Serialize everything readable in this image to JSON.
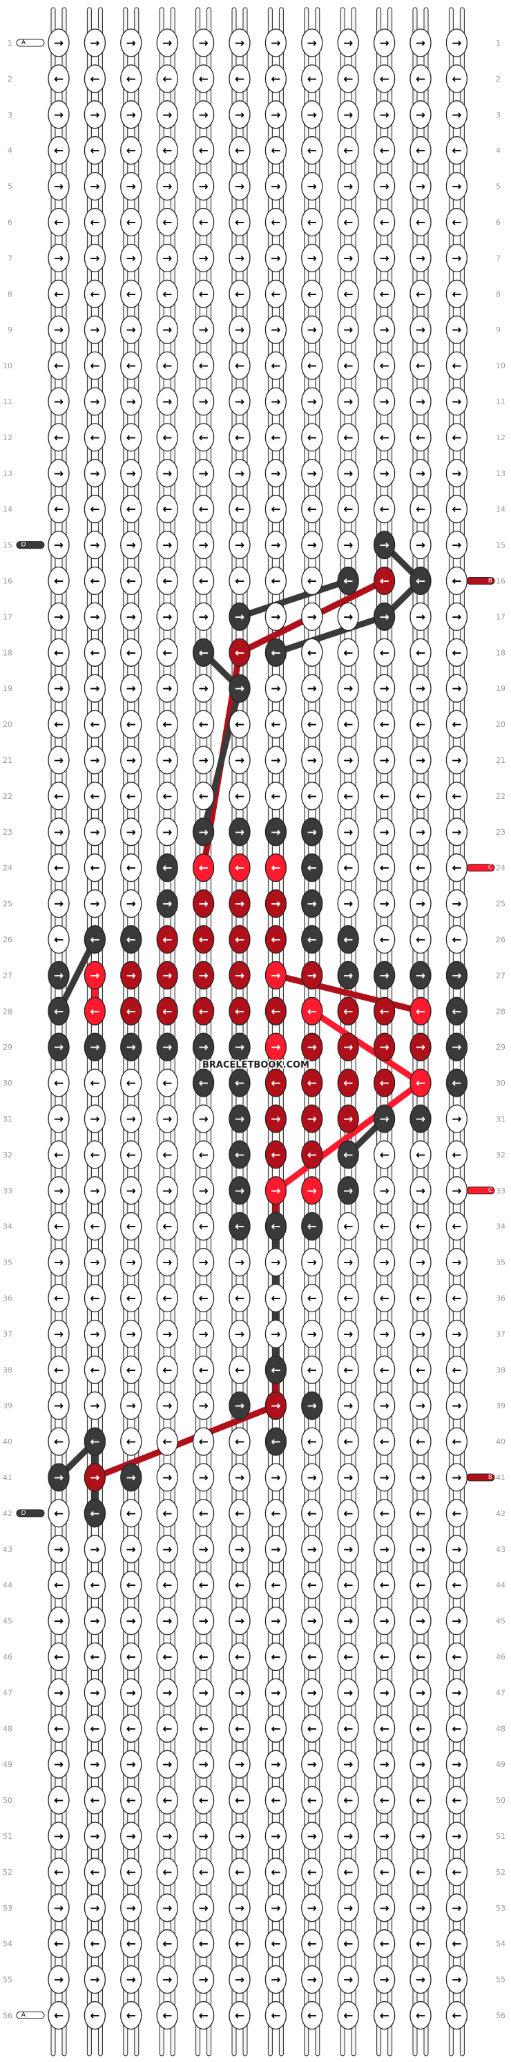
{
  "watermark": "BRACELETBOOK.COM",
  "grid": {
    "rows": 56,
    "columns": 12,
    "first_row": 1,
    "last_row": 56
  },
  "colors": {
    "A": "#ffffff",
    "B": "#b0101a",
    "C": "#ff1a2e",
    "D": "#3a3a3a",
    "string": "#f3f3f3",
    "outline": "#222222"
  },
  "string_labels": [
    {
      "label": "A",
      "row": 1,
      "side": "left"
    },
    {
      "label": "D",
      "row": 15,
      "side": "left"
    },
    {
      "label": "B",
      "row": 16,
      "side": "right"
    },
    {
      "label": "C",
      "row": 24,
      "side": "right"
    },
    {
      "label": "C",
      "row": 33,
      "side": "right"
    },
    {
      "label": "B",
      "row": 41,
      "side": "right"
    },
    {
      "label": "D",
      "row": 42,
      "side": "left"
    },
    {
      "label": "A",
      "row": 56,
      "side": "left"
    }
  ],
  "colored_knots": [
    {
      "r": 15,
      "c": 10,
      "k": "D"
    },
    {
      "r": 16,
      "c": 9,
      "k": "D"
    },
    {
      "r": 16,
      "c": 10,
      "k": "B"
    },
    {
      "r": 16,
      "c": 11,
      "k": "D"
    },
    {
      "r": 17,
      "c": 6,
      "k": "D"
    },
    {
      "r": 17,
      "c": 10,
      "k": "D"
    },
    {
      "r": 18,
      "c": 5,
      "k": "D"
    },
    {
      "r": 18,
      "c": 6,
      "k": "B"
    },
    {
      "r": 18,
      "c": 7,
      "k": "D"
    },
    {
      "r": 19,
      "c": 6,
      "k": "D"
    },
    {
      "r": 23,
      "c": 5,
      "k": "D"
    },
    {
      "r": 23,
      "c": 6,
      "k": "D"
    },
    {
      "r": 23,
      "c": 7,
      "k": "D"
    },
    {
      "r": 23,
      "c": 8,
      "k": "D"
    },
    {
      "r": 24,
      "c": 4,
      "k": "D"
    },
    {
      "r": 24,
      "c": 5,
      "k": "C"
    },
    {
      "r": 24,
      "c": 6,
      "k": "C"
    },
    {
      "r": 24,
      "c": 7,
      "k": "C"
    },
    {
      "r": 24,
      "c": 8,
      "k": "D"
    },
    {
      "r": 25,
      "c": 4,
      "k": "D"
    },
    {
      "r": 25,
      "c": 5,
      "k": "B"
    },
    {
      "r": 25,
      "c": 6,
      "k": "B"
    },
    {
      "r": 25,
      "c": 7,
      "k": "B"
    },
    {
      "r": 25,
      "c": 8,
      "k": "D"
    },
    {
      "r": 26,
      "c": 2,
      "k": "D"
    },
    {
      "r": 26,
      "c": 3,
      "k": "D"
    },
    {
      "r": 26,
      "c": 4,
      "k": "B"
    },
    {
      "r": 26,
      "c": 5,
      "k": "B"
    },
    {
      "r": 26,
      "c": 6,
      "k": "B"
    },
    {
      "r": 26,
      "c": 7,
      "k": "B"
    },
    {
      "r": 26,
      "c": 8,
      "k": "D"
    },
    {
      "r": 26,
      "c": 9,
      "k": "D"
    },
    {
      "r": 27,
      "c": 1,
      "k": "D"
    },
    {
      "r": 27,
      "c": 2,
      "k": "C"
    },
    {
      "r": 27,
      "c": 3,
      "k": "B"
    },
    {
      "r": 27,
      "c": 4,
      "k": "B"
    },
    {
      "r": 27,
      "c": 5,
      "k": "B"
    },
    {
      "r": 27,
      "c": 6,
      "k": "B"
    },
    {
      "r": 27,
      "c": 7,
      "k": "C"
    },
    {
      "r": 27,
      "c": 8,
      "k": "B"
    },
    {
      "r": 27,
      "c": 9,
      "k": "D"
    },
    {
      "r": 27,
      "c": 10,
      "k": "D"
    },
    {
      "r": 27,
      "c": 11,
      "k": "D"
    },
    {
      "r": 27,
      "c": 12,
      "k": "D"
    },
    {
      "r": 28,
      "c": 1,
      "k": "D"
    },
    {
      "r": 28,
      "c": 2,
      "k": "C"
    },
    {
      "r": 28,
      "c": 3,
      "k": "B"
    },
    {
      "r": 28,
      "c": 4,
      "k": "B"
    },
    {
      "r": 28,
      "c": 5,
      "k": "B"
    },
    {
      "r": 28,
      "c": 6,
      "k": "B"
    },
    {
      "r": 28,
      "c": 7,
      "k": "B"
    },
    {
      "r": 28,
      "c": 8,
      "k": "C"
    },
    {
      "r": 28,
      "c": 9,
      "k": "B"
    },
    {
      "r": 28,
      "c": 10,
      "k": "B"
    },
    {
      "r": 28,
      "c": 11,
      "k": "C"
    },
    {
      "r": 28,
      "c": 12,
      "k": "D"
    },
    {
      "r": 29,
      "c": 1,
      "k": "D"
    },
    {
      "r": 29,
      "c": 2,
      "k": "D"
    },
    {
      "r": 29,
      "c": 3,
      "k": "D"
    },
    {
      "r": 29,
      "c": 4,
      "k": "D"
    },
    {
      "r": 29,
      "c": 5,
      "k": "D"
    },
    {
      "r": 29,
      "c": 6,
      "k": "D"
    },
    {
      "r": 29,
      "c": 7,
      "k": "C"
    },
    {
      "r": 29,
      "c": 8,
      "k": "B"
    },
    {
      "r": 29,
      "c": 9,
      "k": "B"
    },
    {
      "r": 29,
      "c": 10,
      "k": "B"
    },
    {
      "r": 29,
      "c": 11,
      "k": "B"
    },
    {
      "r": 29,
      "c": 12,
      "k": "D"
    },
    {
      "r": 30,
      "c": 5,
      "k": "D"
    },
    {
      "r": 30,
      "c": 6,
      "k": "D"
    },
    {
      "r": 30,
      "c": 7,
      "k": "B"
    },
    {
      "r": 30,
      "c": 8,
      "k": "B"
    },
    {
      "r": 30,
      "c": 9,
      "k": "B"
    },
    {
      "r": 30,
      "c": 10,
      "k": "B"
    },
    {
      "r": 30,
      "c": 11,
      "k": "C"
    },
    {
      "r": 30,
      "c": 12,
      "k": "D"
    },
    {
      "r": 31,
      "c": 6,
      "k": "D"
    },
    {
      "r": 31,
      "c": 7,
      "k": "B"
    },
    {
      "r": 31,
      "c": 8,
      "k": "B"
    },
    {
      "r": 31,
      "c": 9,
      "k": "B"
    },
    {
      "r": 31,
      "c": 10,
      "k": "D"
    },
    {
      "r": 31,
      "c": 11,
      "k": "D"
    },
    {
      "r": 32,
      "c": 6,
      "k": "D"
    },
    {
      "r": 32,
      "c": 7,
      "k": "B"
    },
    {
      "r": 32,
      "c": 8,
      "k": "B"
    },
    {
      "r": 32,
      "c": 9,
      "k": "D"
    },
    {
      "r": 33,
      "c": 6,
      "k": "D"
    },
    {
      "r": 33,
      "c": 7,
      "k": "C"
    },
    {
      "r": 33,
      "c": 8,
      "k": "C"
    },
    {
      "r": 33,
      "c": 9,
      "k": "D"
    },
    {
      "r": 34,
      "c": 6,
      "k": "D"
    },
    {
      "r": 34,
      "c": 7,
      "k": "D"
    },
    {
      "r": 34,
      "c": 8,
      "k": "D"
    },
    {
      "r": 38,
      "c": 7,
      "k": "D"
    },
    {
      "r": 39,
      "c": 6,
      "k": "D"
    },
    {
      "r": 39,
      "c": 7,
      "k": "B"
    },
    {
      "r": 39,
      "c": 8,
      "k": "D"
    },
    {
      "r": 40,
      "c": 2,
      "k": "D"
    },
    {
      "r": 40,
      "c": 7,
      "k": "D"
    },
    {
      "r": 41,
      "c": 1,
      "k": "D"
    },
    {
      "r": 41,
      "c": 2,
      "k": "B"
    },
    {
      "r": 41,
      "c": 3,
      "k": "D"
    },
    {
      "r": 42,
      "c": 2,
      "k": "D"
    }
  ]
}
